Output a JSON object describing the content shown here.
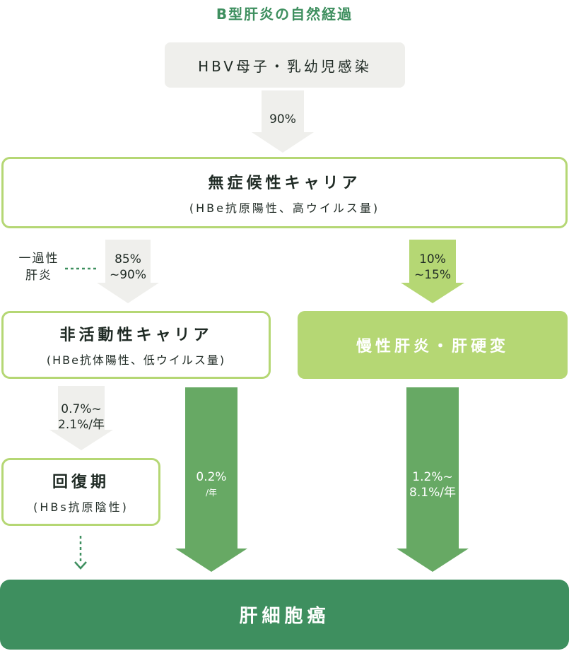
{
  "title": "B型肝炎の自然経過",
  "nodes": {
    "infection": "HBV母子・乳幼児感染",
    "asymptomatic_carrier": {
      "main": "無症候性キャリア",
      "sub": "(HBe抗原陽性、高ウイルス量)"
    },
    "inactive_carrier": {
      "main": "非活動性キャリア",
      "sub": "(HBe抗体陽性、低ウイルス量)"
    },
    "chronic_hepatitis": "慢性肝炎・肝硬変",
    "recovery": {
      "main": "回復期",
      "sub": "(HBs抗原陰性)"
    },
    "hcc": "肝細胞癌"
  },
  "arrows": {
    "infection_to_carrier": "90%",
    "carrier_to_inactive": [
      "85%",
      "~90%"
    ],
    "carrier_to_chronic": [
      "10%",
      "~15%"
    ],
    "inactive_to_recovery": [
      "0.7%~",
      "2.1%/年"
    ],
    "inactive_to_hcc": [
      "0.2%",
      "/年"
    ],
    "chronic_to_hcc": [
      "1.2%~",
      "8.1%/年"
    ]
  },
  "notes": {
    "transient_hepatitis": [
      "一過性",
      "肝炎"
    ]
  },
  "colors": {
    "title": "#3e8f5f",
    "gray": "#efefec",
    "lime": "#b5d774",
    "green": "#67a964",
    "dark": "#3e8f5f"
  }
}
